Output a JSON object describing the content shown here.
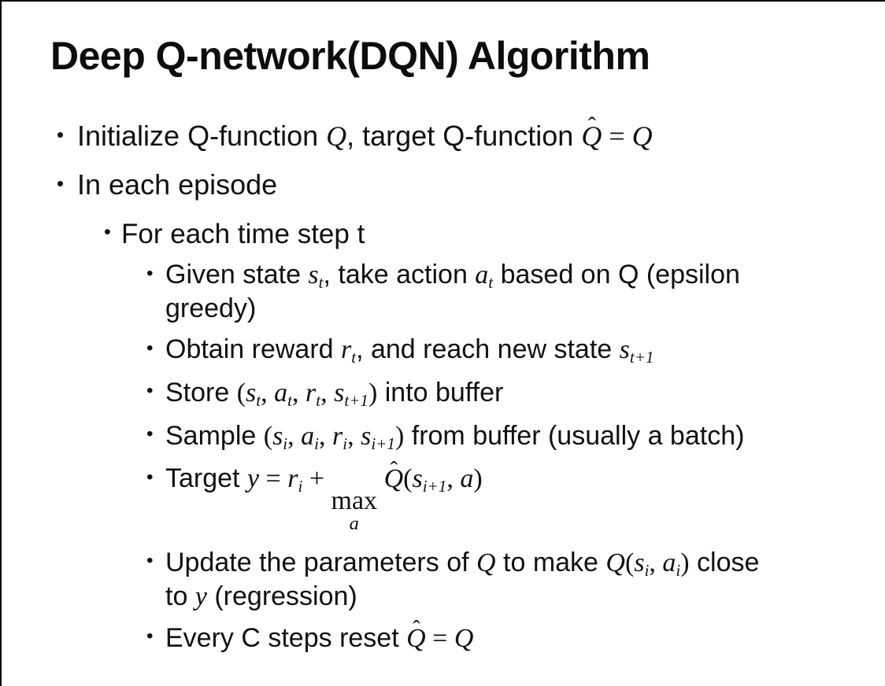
{
  "slide": {
    "title": "Deep Q-network(DQN) Algorithm",
    "bullet_char": "•",
    "symbols": {
      "hat_mark": "ˆ"
    },
    "bullets": [
      {
        "level": 1,
        "segments": [
          {
            "s": "n",
            "t": "Initialize Q-function "
          },
          {
            "s": "m",
            "t": "Q"
          },
          {
            "s": "n",
            "t": ", target Q-function "
          },
          {
            "s": "hat",
            "t": "Q"
          },
          {
            "s": "u",
            "t": " = "
          },
          {
            "s": "m",
            "t": "Q"
          }
        ]
      },
      {
        "level": 1,
        "segments": [
          {
            "s": "n",
            "t": "In each episode"
          }
        ]
      },
      {
        "level": 2,
        "segments": [
          {
            "s": "n",
            "t": "For each time step t"
          }
        ]
      },
      {
        "level": 3,
        "segments": [
          {
            "s": "n",
            "t": "Given state "
          },
          {
            "s": "m",
            "t": "s"
          },
          {
            "s": "sub",
            "t": "t"
          },
          {
            "s": "n",
            "t": ", take action "
          },
          {
            "s": "m",
            "t": "a"
          },
          {
            "s": "sub",
            "t": "t"
          },
          {
            "s": "n",
            "t": " based on Q (epsilon"
          },
          {
            "s": "br"
          },
          {
            "s": "n",
            "t": "greedy)"
          }
        ]
      },
      {
        "level": 3,
        "segments": [
          {
            "s": "n",
            "t": "Obtain reward "
          },
          {
            "s": "m",
            "t": "r"
          },
          {
            "s": "sub",
            "t": "t"
          },
          {
            "s": "n",
            "t": ", and reach new state "
          },
          {
            "s": "m",
            "t": "s"
          },
          {
            "s": "sub",
            "t": "t+1"
          }
        ]
      },
      {
        "level": 3,
        "segments": [
          {
            "s": "n",
            "t": "Store "
          },
          {
            "s": "u",
            "t": "("
          },
          {
            "s": "m",
            "t": "s"
          },
          {
            "s": "sub",
            "t": "t"
          },
          {
            "s": "u",
            "t": ", "
          },
          {
            "s": "m",
            "t": "a"
          },
          {
            "s": "sub",
            "t": "t"
          },
          {
            "s": "u",
            "t": ", "
          },
          {
            "s": "m",
            "t": "r"
          },
          {
            "s": "sub",
            "t": "t"
          },
          {
            "s": "u",
            "t": ", "
          },
          {
            "s": "m",
            "t": "s"
          },
          {
            "s": "sub",
            "t": "t+1"
          },
          {
            "s": "u",
            "t": ")"
          },
          {
            "s": "n",
            "t": " into buffer"
          }
        ]
      },
      {
        "level": 3,
        "segments": [
          {
            "s": "n",
            "t": "Sample "
          },
          {
            "s": "u",
            "t": "("
          },
          {
            "s": "m",
            "t": "s"
          },
          {
            "s": "sub",
            "t": "i"
          },
          {
            "s": "u",
            "t": ", "
          },
          {
            "s": "m",
            "t": "a"
          },
          {
            "s": "sub",
            "t": "i"
          },
          {
            "s": "u",
            "t": ", "
          },
          {
            "s": "m",
            "t": "r"
          },
          {
            "s": "sub",
            "t": "i"
          },
          {
            "s": "u",
            "t": ", "
          },
          {
            "s": "m",
            "t": "s"
          },
          {
            "s": "sub",
            "t": "i+1"
          },
          {
            "s": "u",
            "t": ")"
          },
          {
            "s": "n",
            "t": " from buffer (usually a batch)"
          }
        ]
      },
      {
        "level": 3,
        "extra_space": true,
        "segments": [
          {
            "s": "n",
            "t": "Target "
          },
          {
            "s": "m",
            "t": "y"
          },
          {
            "s": "u",
            "t": " = "
          },
          {
            "s": "m",
            "t": "r"
          },
          {
            "s": "sub",
            "t": "i"
          },
          {
            "s": "u",
            "t": " + "
          },
          {
            "s": "maxop",
            "t": "max",
            "under": "a"
          },
          {
            "s": "u",
            "t": " "
          },
          {
            "s": "hat",
            "t": "Q"
          },
          {
            "s": "u",
            "t": "("
          },
          {
            "s": "m",
            "t": "s"
          },
          {
            "s": "sub",
            "t": "i+1"
          },
          {
            "s": "u",
            "t": ", "
          },
          {
            "s": "m",
            "t": "a"
          },
          {
            "s": "u",
            "t": ")"
          }
        ]
      },
      {
        "level": 3,
        "segments": [
          {
            "s": "n",
            "t": "Update the parameters of "
          },
          {
            "s": "m",
            "t": "Q"
          },
          {
            "s": "n",
            "t": " to make "
          },
          {
            "s": "m",
            "t": "Q"
          },
          {
            "s": "u",
            "t": "("
          },
          {
            "s": "m",
            "t": "s"
          },
          {
            "s": "sub",
            "t": "i"
          },
          {
            "s": "u",
            "t": ", "
          },
          {
            "s": "m",
            "t": "a"
          },
          {
            "s": "sub",
            "t": "i"
          },
          {
            "s": "u",
            "t": ")"
          },
          {
            "s": "n",
            "t": " close"
          },
          {
            "s": "br"
          },
          {
            "s": "n",
            "t": "to "
          },
          {
            "s": "m",
            "t": "y"
          },
          {
            "s": "n",
            "t": " (regression)"
          }
        ]
      },
      {
        "level": 3,
        "segments": [
          {
            "s": "n",
            "t": "Every C steps reset "
          },
          {
            "s": "hat",
            "t": "Q"
          },
          {
            "s": "u",
            "t": " = "
          },
          {
            "s": "m",
            "t": "Q"
          }
        ]
      }
    ]
  }
}
